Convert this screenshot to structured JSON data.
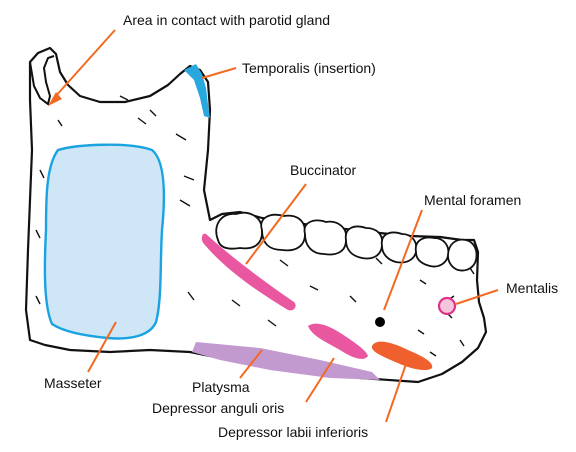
{
  "labels": {
    "parotid": "Area in contact with parotid gland",
    "temporalis": "Temporalis (insertion)",
    "buccinator": "Buccinator",
    "mental_foramen": "Mental foramen",
    "mentalis": "Mentalis",
    "masseter": "Masseter",
    "platysma": "Platysma",
    "depressor_anguli_oris": "Depressor anguli oris",
    "depressor_labii_inferioris": "Depressor labii inferioris"
  },
  "colors": {
    "leader_line": "#f26a21",
    "masseter_fill": "#cfe6f7",
    "masseter_border": "#1aa3e0",
    "temporalis": "#29a8e0",
    "buccinator": "#e8579f",
    "depressor_anguli_oris": "#e8579f",
    "depressor_labii_inferioris": "#f0602e",
    "platysma": "#c39ad0",
    "mentalis": "#e0328a"
  }
}
